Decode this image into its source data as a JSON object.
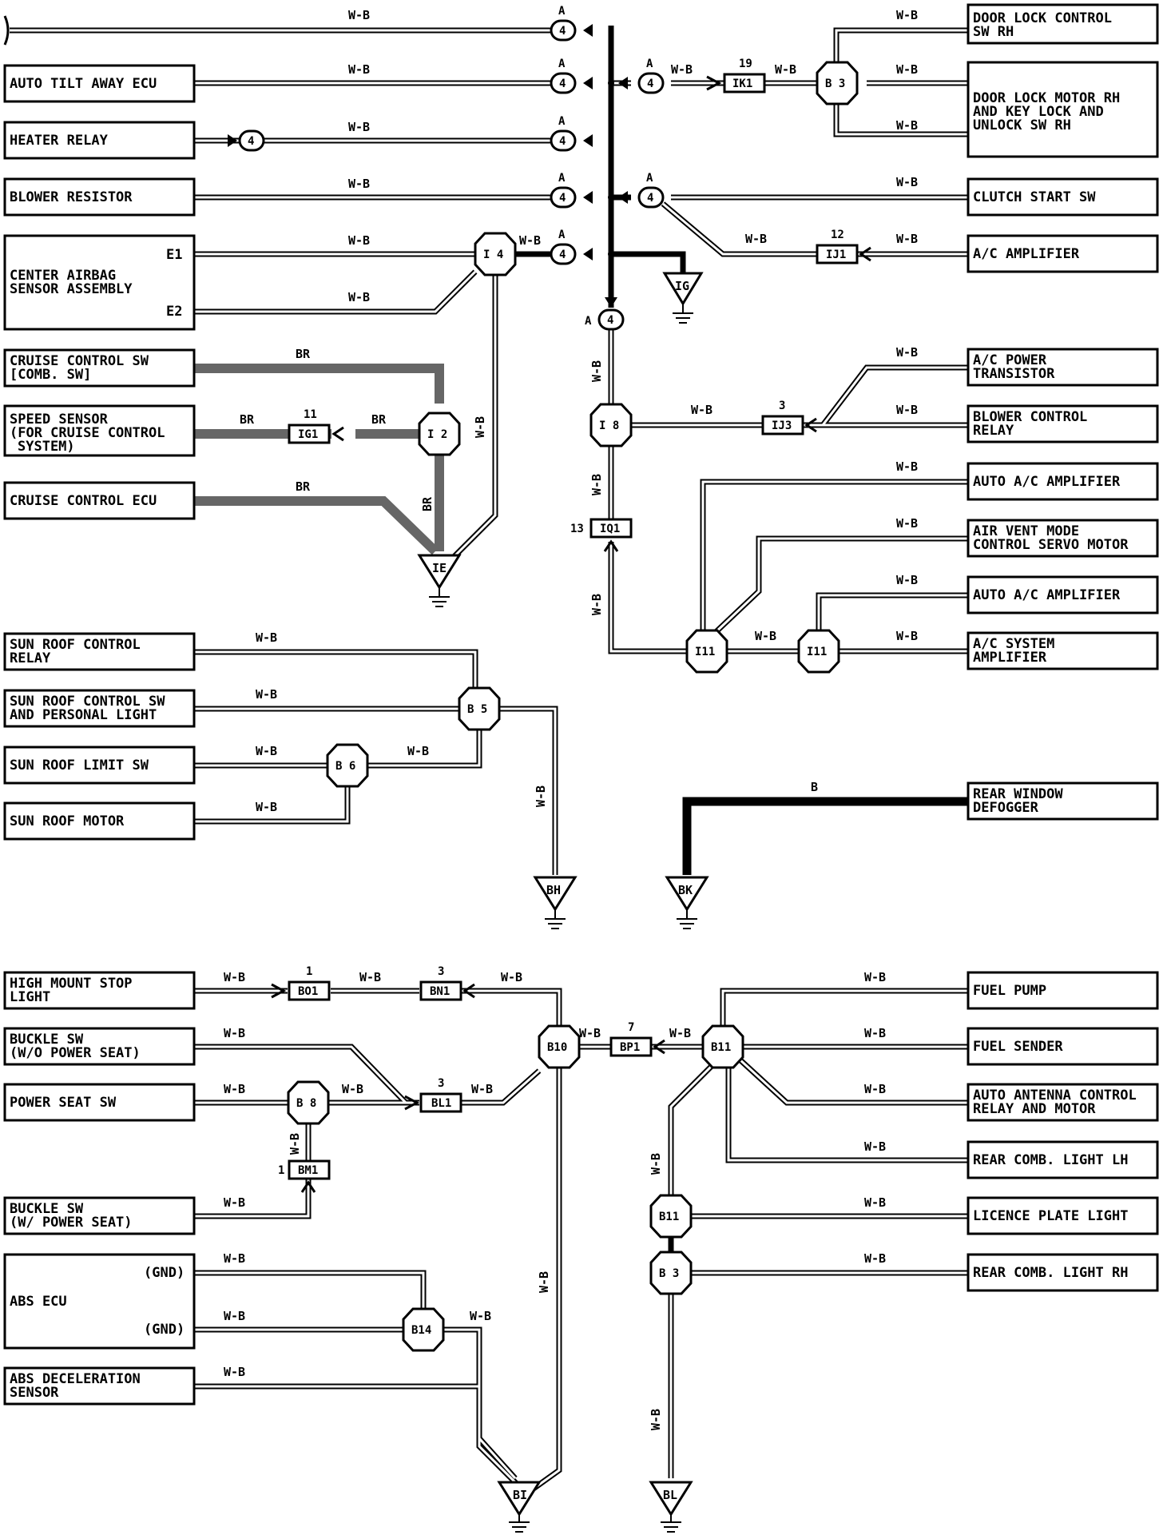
{
  "components": {
    "top_line": "",
    "auto_tilt_away_ecu": "AUTO TILT AWAY ECU",
    "heater_relay": "HEATER RELAY",
    "blower_resistor": "BLOWER RESISTOR",
    "center_airbag_1": "CENTER AIRBAG",
    "center_airbag_2": "SENSOR ASSEMBLY",
    "center_airbag_e1": "E1",
    "center_airbag_e2": "E2",
    "cruise_sw_1": "CRUISE CONTROL SW",
    "cruise_sw_2": "[COMB. SW]",
    "speed_sensor_1": "SPEED SENSOR",
    "speed_sensor_2": "(FOR CRUISE CONTROL",
    "speed_sensor_3": "SYSTEM)",
    "cruise_ecu": "CRUISE CONTROL ECU",
    "sunroof_relay_1": "SUN ROOF CONTROL",
    "sunroof_relay_2": "RELAY",
    "sunroof_sw_1": "SUN ROOF CONTROL SW",
    "sunroof_sw_2": "AND PERSONAL LIGHT",
    "sunroof_limit": "SUN ROOF LIMIT SW",
    "sunroof_motor": "SUN ROOF MOTOR",
    "door_lock_sw_1": "DOOR LOCK CONTROL",
    "door_lock_sw_2": "SW RH",
    "door_lock_motor_1": "DOOR LOCK MOTOR RH",
    "door_lock_motor_2": "AND KEY LOCK AND",
    "door_lock_motor_3": "UNLOCK SW RH",
    "clutch_start": "CLUTCH START SW",
    "ac_amplifier": "A/C AMPLIFIER",
    "ac_power_tr_1": "A/C POWER",
    "ac_power_tr_2": "TRANSISTOR",
    "blower_ctrl_1": "BLOWER CONTROL",
    "blower_ctrl_2": "RELAY",
    "auto_ac_amp_1": "AUTO A/C AMPLIFIER",
    "air_vent_1": "AIR VENT MODE",
    "air_vent_2": "CONTROL SERVO MOTOR",
    "auto_ac_amp_2": "AUTO A/C AMPLIFIER",
    "ac_system_1": "A/C SYSTEM",
    "ac_system_2": "AMPLIFIER",
    "rear_defogger_1": "REAR WINDOW",
    "rear_defogger_2": "DEFOGGER",
    "high_mount_1": "HIGH MOUNT STOP",
    "high_mount_2": "LIGHT",
    "buckle_wo_1": "BUCKLE SW",
    "buckle_wo_2": "(W/O POWER SEAT)",
    "power_seat": "POWER SEAT SW",
    "buckle_w_1": "BUCKLE SW",
    "buckle_w_2": "(W/ POWER SEAT)",
    "abs_ecu": "ABS ECU",
    "abs_gnd": "(GND)",
    "abs_decel_1": "ABS DECELERATION",
    "abs_decel_2": "SENSOR",
    "fuel_pump": "FUEL PUMP",
    "fuel_sender": "FUEL SENDER",
    "auto_antenna_1": "AUTO ANTENNA CONTROL",
    "auto_antenna_2": "RELAY AND MOTOR",
    "rear_comb_lh": "REAR COMB. LIGHT LH",
    "licence_plate": "LICENCE PLATE LIGHT",
    "rear_comb_rh": "REAR COMB. LIGHT RH"
  },
  "wire_colors": {
    "wb": "W-B",
    "br": "BR",
    "b": "B"
  },
  "connectors": {
    "ik1": "IK1",
    "ik1_pin": "19",
    "ij1": "IJ1",
    "ij1_pin": "12",
    "ij3": "IJ3",
    "ij3_pin": "3",
    "ig1": "IG1",
    "ig1_pin": "11",
    "iq1": "IQ1",
    "iq1_pin": "13",
    "bo1": "BO1",
    "bo1_pin": "1",
    "bn1": "BN1",
    "bn1_pin": "3",
    "bl1": "BL1",
    "bl1_pin": "3",
    "bm1": "BM1",
    "bm1_pin": "1",
    "bp1": "BP1",
    "bp1_pin": "7",
    "a_label": "A",
    "pin_4": "4"
  },
  "junctions": {
    "i4": "I 4",
    "i2": "I 2",
    "i8": "I 8",
    "i11": "I11",
    "b3": "B 3",
    "b5": "B 5",
    "b6": "B 6",
    "b8": "B 8",
    "b10": "B10",
    "b11": "B11",
    "b14": "B14"
  },
  "grounds": {
    "ig": "IG",
    "ie": "IE",
    "bh": "BH",
    "bk": "BK",
    "bi": "BI",
    "bl": "BL"
  },
  "colors": {
    "line": "#000000",
    "br_wire": "#666666",
    "background": "#ffffff"
  }
}
